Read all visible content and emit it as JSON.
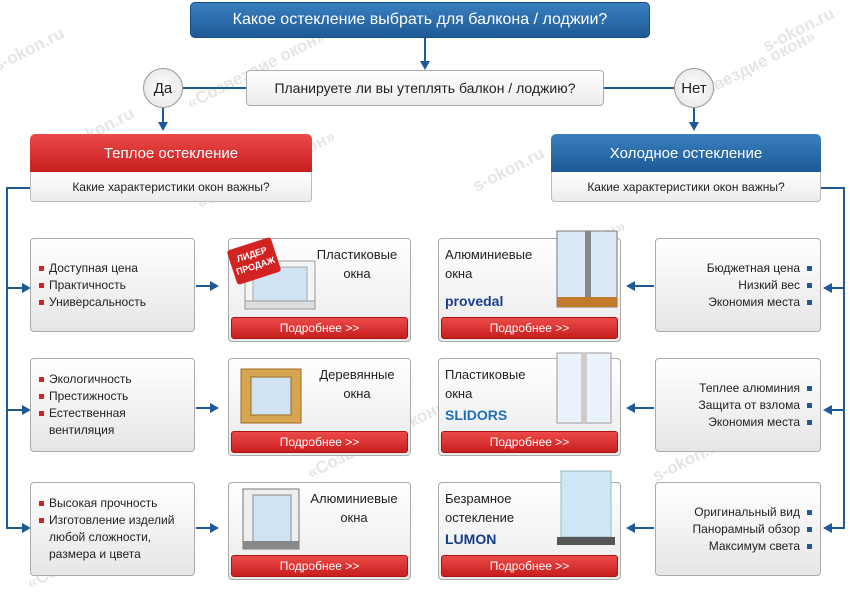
{
  "title": "Какое остекление выбрать для балкона / лоджии?",
  "question": "Планируете ли вы утеплять балкон / лоджию?",
  "yes": "Да",
  "no": "Нет",
  "warm": {
    "header": "Теплое остекление",
    "sub": "Какие характеристики окон важны?"
  },
  "cold": {
    "header": "Холодное остекление",
    "sub": "Какие характеристики окон важны?"
  },
  "left_features": [
    [
      "Доступная цена",
      "Практичность",
      "Универсальность"
    ],
    [
      "Экологичность",
      "Престижность",
      "Естественная вентиляция"
    ],
    [
      "Высокая прочность",
      "Изготовление изделий любой сложности, размера и цвета"
    ]
  ],
  "right_features": [
    [
      "Бюджетная цена",
      "Низкий вес",
      "Экономия места"
    ],
    [
      "Теплее алюминия",
      "Защита от взлома",
      "Экономия места"
    ],
    [
      "Оригинальный вид",
      "Панорамный обзор",
      "Максимум света"
    ]
  ],
  "left_products": [
    {
      "name1": "Пластиковые",
      "name2": "окна",
      "badge1": "ЛИДЕР",
      "badge2": "ПРОДАЖ"
    },
    {
      "name1": "Деревянные",
      "name2": "окна"
    },
    {
      "name1": "Алюминиевые",
      "name2": "окна"
    }
  ],
  "right_products": [
    {
      "name1": "Алюминиевые",
      "name2": "окна",
      "logo": "provedal"
    },
    {
      "name1": "Пластиковые",
      "name2": "окна",
      "logo": "SLIDORS"
    },
    {
      "name1": "Безрамное",
      "name2": "остекление",
      "logo": "LUMON"
    }
  ],
  "button": "Подробнее >>",
  "watermark1": "«Созвездие окон»",
  "watermark2": "s-okon.ru",
  "colors": {
    "red": "#d32222",
    "blue": "#1d5a96"
  }
}
